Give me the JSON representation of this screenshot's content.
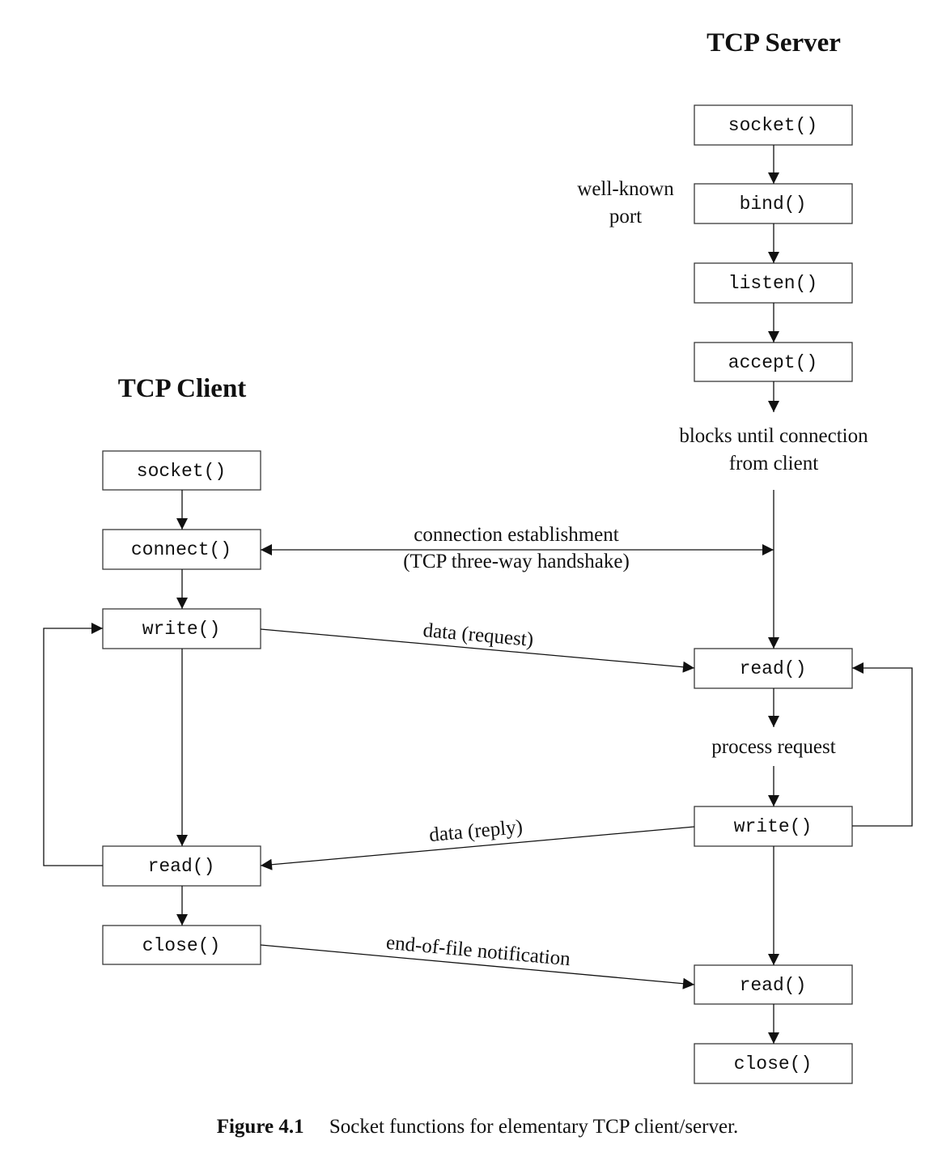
{
  "headings": {
    "server": "TCP Server",
    "client": "TCP Client"
  },
  "server": {
    "socket": "socket()",
    "bind": "bind()",
    "listen": "listen()",
    "accept": "accept()",
    "read": "read()",
    "write": "write()",
    "read2": "read()",
    "close": "close()"
  },
  "client": {
    "socket": "socket()",
    "connect": "connect()",
    "write": "write()",
    "read": "read()",
    "close": "close()"
  },
  "labels": {
    "well_known_1": "well-known",
    "well_known_2": "port",
    "blocks_1": "blocks until connection",
    "blocks_2": "from client",
    "conn_1": "connection establishment",
    "conn_2": "(TCP three-way handshake)",
    "data_request": "data (request)",
    "process_request": "process request",
    "data_reply": "data (reply)",
    "eof": "end-of-file notification"
  },
  "caption": {
    "number": "Figure 4.1",
    "text": "Socket functions for elementary TCP client/server."
  }
}
